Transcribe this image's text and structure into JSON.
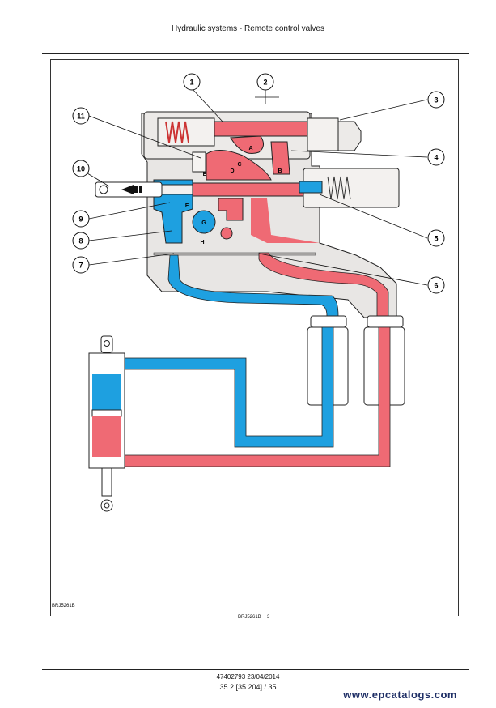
{
  "header": {
    "title": "Hydraulic systems - Remote control valves"
  },
  "figure": {
    "ref_left": "BRJ5261B",
    "ref_center": "BRJ5261B",
    "number": "3",
    "callouts": [
      "1",
      "2",
      "3",
      "4",
      "5",
      "6",
      "7",
      "8",
      "9",
      "10",
      "11"
    ],
    "ports": [
      "A",
      "B",
      "C",
      "D",
      "E",
      "F",
      "G",
      "H"
    ]
  },
  "footer": {
    "doc": "47402793 23/04/2014",
    "page": "35.2 [35.204] / 35",
    "watermark": "www.epcatalogs.com"
  },
  "colors": {
    "pressure": "#ef6a74",
    "return": "#1ea0e0",
    "body": "#e8e6e4",
    "outline": "#222222"
  }
}
